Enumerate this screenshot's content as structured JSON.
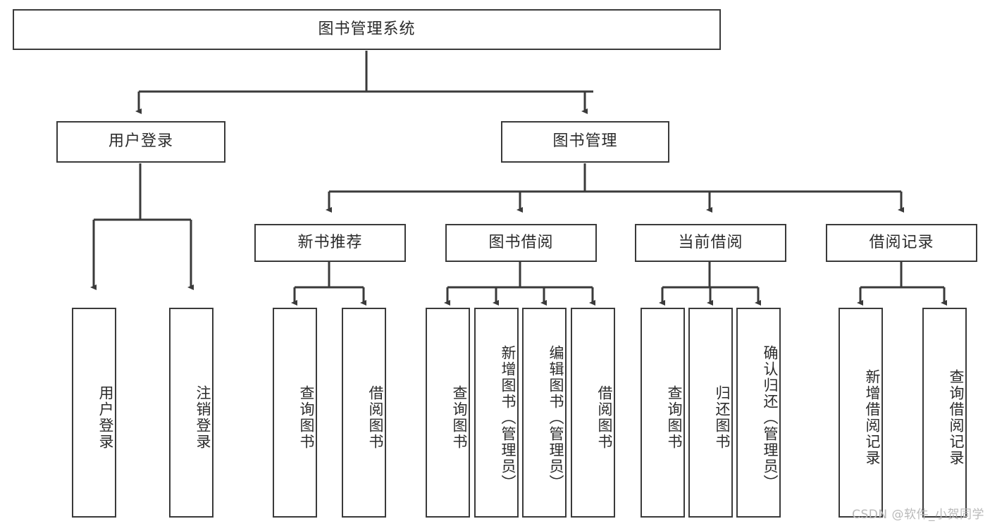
{
  "diagram": {
    "title": "图书管理系统",
    "watermark": "CSDN @软件_小贺同学",
    "colors": {
      "stroke": "#3a3a3a",
      "text": "#2b2b2b",
      "background": "#ffffff",
      "watermark": "#b9b9b9"
    },
    "root": {
      "label": "图书管理系统"
    },
    "level1": [
      {
        "label": "用户登录"
      },
      {
        "label": "图书管理"
      }
    ],
    "level2": [
      {
        "label": "新书推荐"
      },
      {
        "label": "图书借阅"
      },
      {
        "label": "当前借阅"
      },
      {
        "label": "借阅记录"
      }
    ],
    "leaves": {
      "user_login": [
        {
          "label": "用户登录"
        },
        {
          "label": "注销登录"
        }
      ],
      "new_book_recommend": [
        {
          "label": "查询图书"
        },
        {
          "label": "借阅图书"
        }
      ],
      "book_borrow": [
        {
          "label": "查询图书"
        },
        {
          "label": "新增图书（管理员）"
        },
        {
          "label": "编辑图书（管理员）"
        },
        {
          "label": "借阅图书"
        }
      ],
      "current_borrow": [
        {
          "label": "查询图书"
        },
        {
          "label": "归还图书"
        },
        {
          "label": "确认归还（管理员）"
        }
      ],
      "borrow_record": [
        {
          "label": "新增借阅记录"
        },
        {
          "label": "查询借阅记录"
        }
      ]
    }
  }
}
